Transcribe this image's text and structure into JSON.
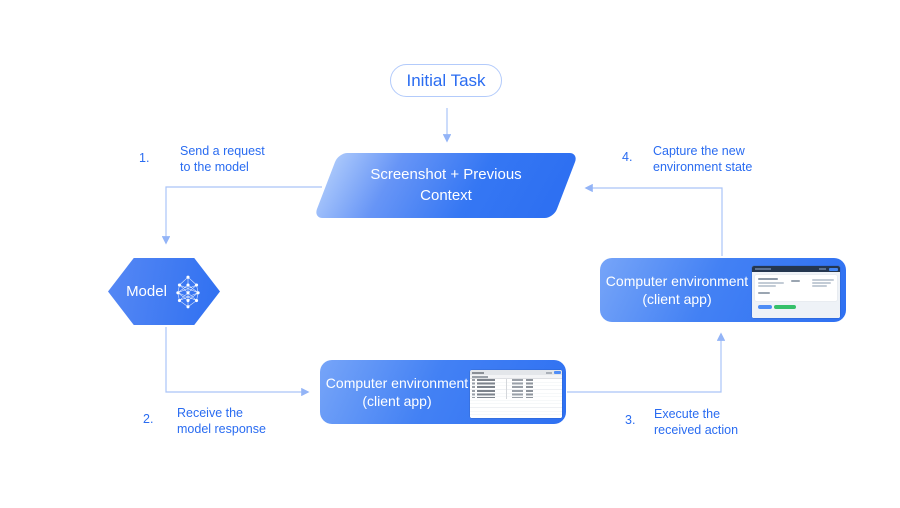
{
  "nodes": {
    "initial_task": {
      "label": "Initial Task"
    },
    "screenshot_context": {
      "label": "Screenshot + Previous\nContext"
    },
    "model": {
      "label": "Model",
      "icon": "neural-network-icon"
    },
    "env_bottom": {
      "label": "Computer environment\n(client app)",
      "thumbnail": "desktop-table-app-screenshot"
    },
    "env_right": {
      "label": "Computer environment\n(client app)",
      "thumbnail": "web-app-screenshot"
    }
  },
  "steps": [
    {
      "number": "1.",
      "text": "Send a request\nto the model"
    },
    {
      "number": "2.",
      "text": "Receive the\nmodel response"
    },
    {
      "number": "3.",
      "text": "Execute the\nreceived action"
    },
    {
      "number": "4.",
      "text": "Capture the new\nenvironment state"
    }
  ],
  "colors": {
    "accent_blue_text": "#2a6cf1",
    "pill_border": "#b3cbfb",
    "node_gradient_light": "#a9c7fb",
    "node_gradient_dark": "#2d6ff2",
    "connector_line": "#aac4f8",
    "node_text": "#ffffff",
    "thumb_header_navy": "#24364f",
    "thumb_button_blue": "#4285f4",
    "thumb_button_green": "#35c06a",
    "background": "#ffffff"
  }
}
